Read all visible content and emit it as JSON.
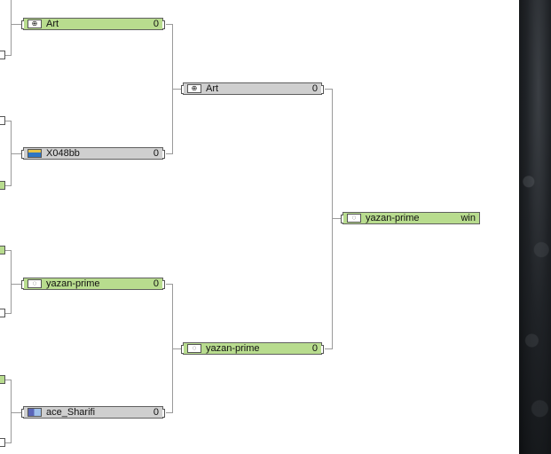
{
  "bracket": {
    "round1": [
      {
        "name": "Art",
        "score": "0",
        "flag": "controller-flag-icon",
        "status": "win"
      },
      {
        "name": "X048bb",
        "score": "0",
        "flag": "flag-icon",
        "status": "lose"
      },
      {
        "name": "yazan-prime",
        "score": "0",
        "flag": "controller-flag-icon",
        "status": "win"
      },
      {
        "name": "ace_Sharifi",
        "score": "0",
        "flag": "flag-icon",
        "status": "lose"
      }
    ],
    "round2": [
      {
        "name": "Art",
        "score": "0",
        "flag": "controller-flag-icon",
        "status": "lose"
      },
      {
        "name": "yazan-prime",
        "score": "0",
        "flag": "controller-flag-icon",
        "status": "win"
      }
    ],
    "final": {
      "name": "yazan-prime",
      "score": "win",
      "flag": "controller-flag-icon",
      "status": "win"
    }
  },
  "colors": {
    "winner": "#b8dc8e",
    "loser": "#cfcfcf",
    "connector": "#9a9a9a"
  }
}
